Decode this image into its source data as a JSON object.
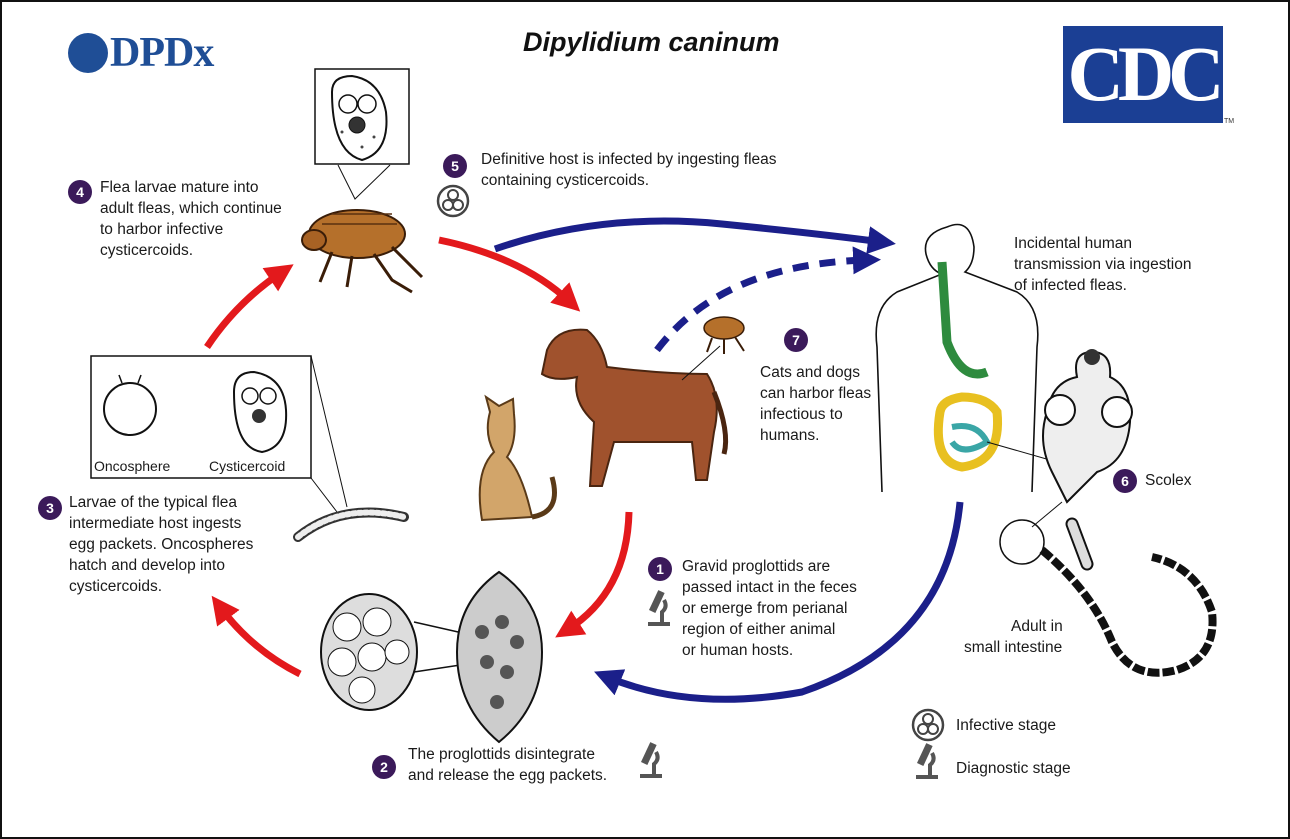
{
  "header": {
    "title": "Dipylidium caninum",
    "dpdx_logo": "DPDx",
    "cdc_logo": "CDC",
    "cdc_trademark": "TM"
  },
  "steps": [
    {
      "number": "1",
      "text": [
        "Gravid proglottids are",
        "passed intact in the feces",
        "or emerge from perianal",
        "region of either animal",
        "or human hosts."
      ]
    },
    {
      "number": "2",
      "text": [
        "The proglottids disintegrate",
        "and release the egg packets."
      ]
    },
    {
      "number": "3",
      "text": [
        "Larvae of the typical flea",
        "intermediate host ingests",
        "egg packets. Oncospheres",
        "hatch and develop into",
        "cysticercoids."
      ]
    },
    {
      "number": "4",
      "text": [
        "Flea larvae mature into",
        "adult fleas, which continue",
        "to harbor infective",
        "cysticercoids."
      ]
    },
    {
      "number": "5",
      "text": [
        "Definitive host is infected by ingesting fleas",
        "containing cysticercoids."
      ]
    },
    {
      "number": "6",
      "text": [
        "Scolex"
      ]
    },
    {
      "number": "7",
      "text": [
        "Cats and dogs",
        "can harbor fleas",
        "infectious to",
        "humans."
      ]
    }
  ],
  "labels": {
    "oncosphere": "Oncosphere",
    "cysticercoid": "Cysticercoid",
    "human": [
      "Incidental human",
      "transmission via ingestion",
      "of infected fleas."
    ],
    "adult": [
      "Adult in",
      "small intestine"
    ]
  },
  "legend": {
    "infective": "Infective stage",
    "diagnostic": "Diagnostic stage"
  },
  "colors": {
    "red_arrow": "#e3191c",
    "blue_arrow": "#1b1f8a",
    "badge": "#3b1a5a",
    "dpdx_blue": "#1f4e96",
    "cdc_blue": "#1b3f94",
    "dog": "#a0522d",
    "cat": "#d2a56a",
    "gut_green": "#2e8b3e",
    "gut_yellow": "#e8c020",
    "gut_teal": "#3aa6a6"
  },
  "icons": [
    "biohazard-icon",
    "microscope-icon",
    "flea-icon",
    "dog-icon",
    "cat-icon",
    "human-icon",
    "tapeworm-icon"
  ]
}
